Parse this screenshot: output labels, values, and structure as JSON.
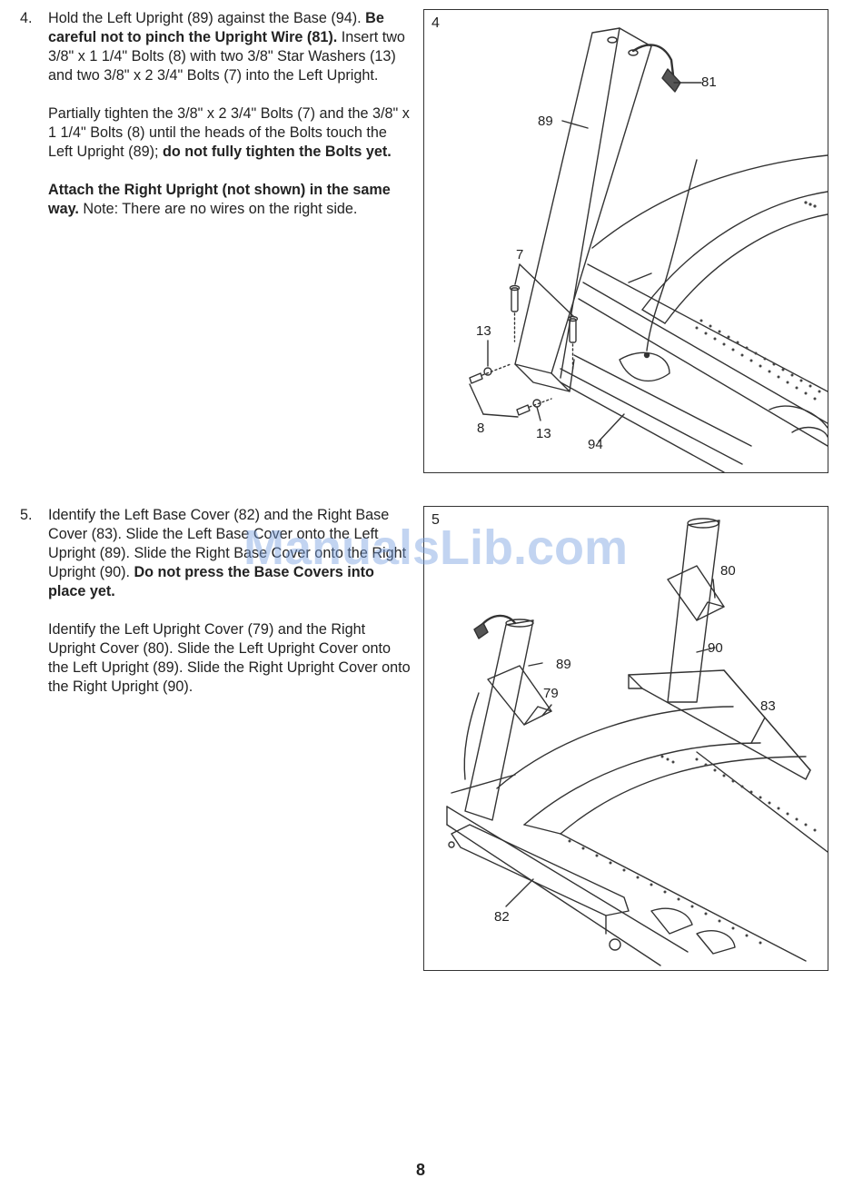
{
  "step4": {
    "number": "4.",
    "p1": [
      {
        "t": "Hold the Left Upright (89) against the Base (94). ",
        "b": false
      },
      {
        "t": "Be careful not to pinch the Upright Wire (81).",
        "b": true
      },
      {
        "t": " Insert two 3/8\" x 1 1/4\" Bolts (8) with two 3/8\" Star Washers (13) and two 3/8\" x 2 3/4\" Bolts (7) into the Left Upright.",
        "b": false
      }
    ],
    "p2": [
      {
        "t": "Partially tighten the 3/8\" x 2 3/4\" Bolts (7) and the 3/8\" x 1 1/4\" Bolts (8) until the heads of the Bolts touch the Left Upright (89); ",
        "b": false
      },
      {
        "t": "do not fully tighten the Bolts yet.",
        "b": true
      }
    ],
    "p3": [
      {
        "t": "Attach the Right Upright (not shown) in the same way.",
        "b": true
      },
      {
        "t": " Note: There are no wires on the right side.",
        "b": false
      }
    ]
  },
  "step5": {
    "number": "5.",
    "p1": [
      {
        "t": "Identify the Left Base Cover (82) and the Right Base Cover (83). Slide the Left Base Cover onto the Left Upright (89). Slide the Right Base Cover onto the Right Upright (90). ",
        "b": false
      },
      {
        "t": "Do not press the Base Covers into place yet.",
        "b": true
      }
    ],
    "p2": [
      {
        "t": "Identify the Left Upright Cover (79) and the Right Upright Cover (80). Slide the Left Upright Cover onto the Left Upright (89). Slide the Right Upright Cover onto the Right Upright (90).",
        "b": false
      }
    ]
  },
  "figure4": {
    "label": "4",
    "callouts": {
      "c81": "81",
      "c89": "89",
      "c7": "7",
      "c13a": "13",
      "c8": "8",
      "c13b": "13",
      "c94": "94"
    }
  },
  "figure5": {
    "label": "5",
    "callouts": {
      "c80": "80",
      "c90": "90",
      "c89": "89",
      "c79": "79",
      "c83": "83",
      "c82": "82"
    }
  },
  "watermark": "ManualsLib.com",
  "page_number": "8"
}
